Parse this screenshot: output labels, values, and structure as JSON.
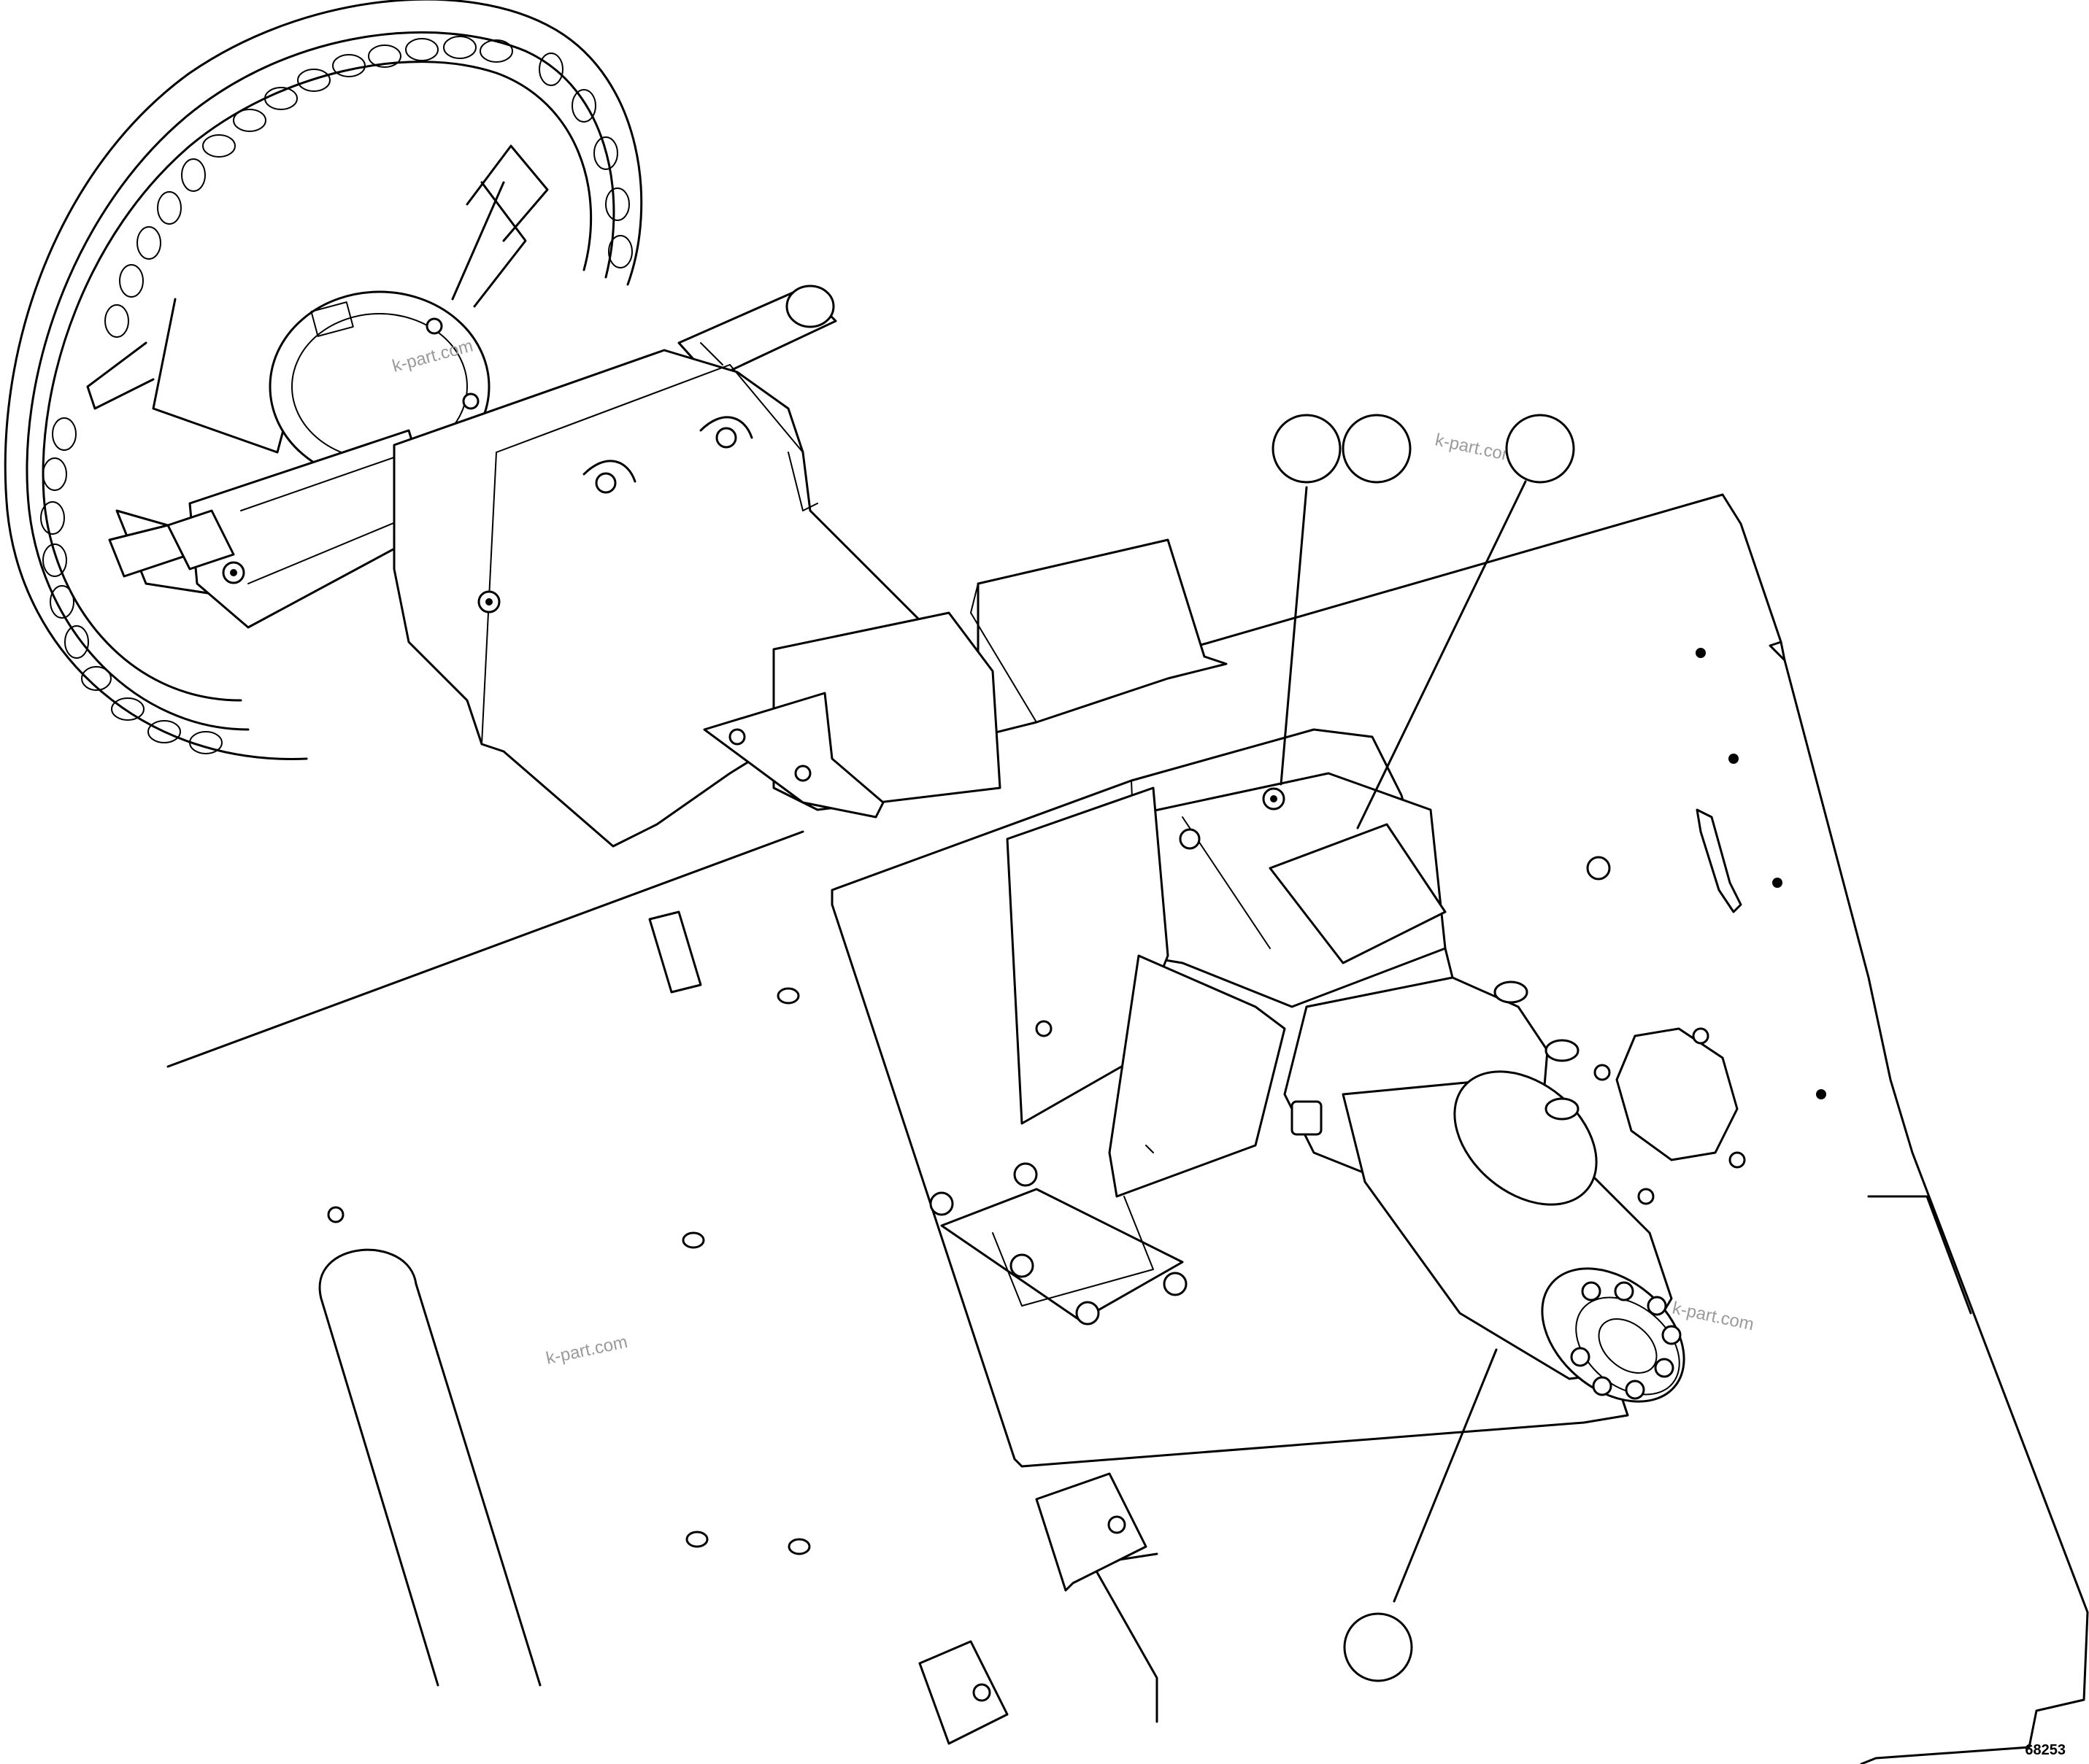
{
  "figure_number": "68253",
  "watermark": "k-part.com",
  "callouts": [
    {
      "id": "callout-a",
      "label": ""
    },
    {
      "id": "callout-b",
      "label": ""
    },
    {
      "id": "callout-c",
      "label": ""
    },
    {
      "id": "callout-d",
      "label": ""
    }
  ]
}
